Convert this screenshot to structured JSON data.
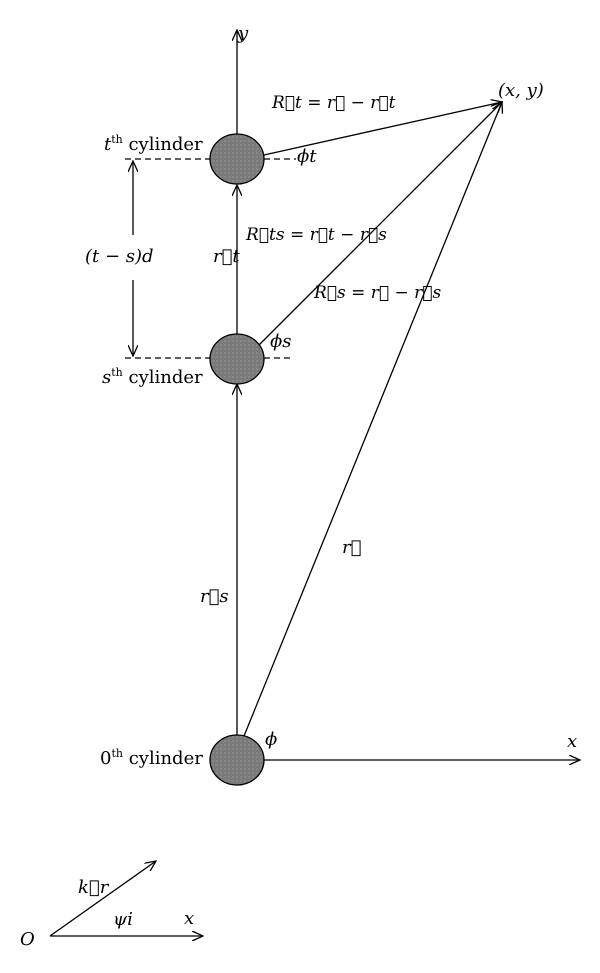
{
  "axes": {
    "y_label": "y",
    "x_label": "x",
    "point_label": "(x, y)"
  },
  "cylinders": {
    "t_label": {
      "sym": "t",
      "sup": "th",
      "word": " cylinder"
    },
    "s_label": {
      "sym": "s",
      "sup": "th",
      "word": " cylinder"
    },
    "zero_label": {
      "sym": "0",
      "sup": "th",
      "word": " cylinder"
    },
    "fill_color": "#777777"
  },
  "vectors": {
    "Rt": "R⃗t = r⃗ − r⃗t",
    "Rts": "R⃗ts = r⃗t − r⃗s",
    "Rs": "R⃗s = r⃗ − r⃗s",
    "r": "r⃗",
    "rt": "r⃗t",
    "rs": "r⃗s",
    "kr": "k⃗r"
  },
  "angles": {
    "phi_t": "ϕt",
    "phi_s": "ϕs",
    "phi": "ϕ",
    "psi_i": "ψi"
  },
  "distance": {
    "label": "(t − s)d"
  },
  "origin": {
    "label": "O",
    "x_label": "x"
  }
}
